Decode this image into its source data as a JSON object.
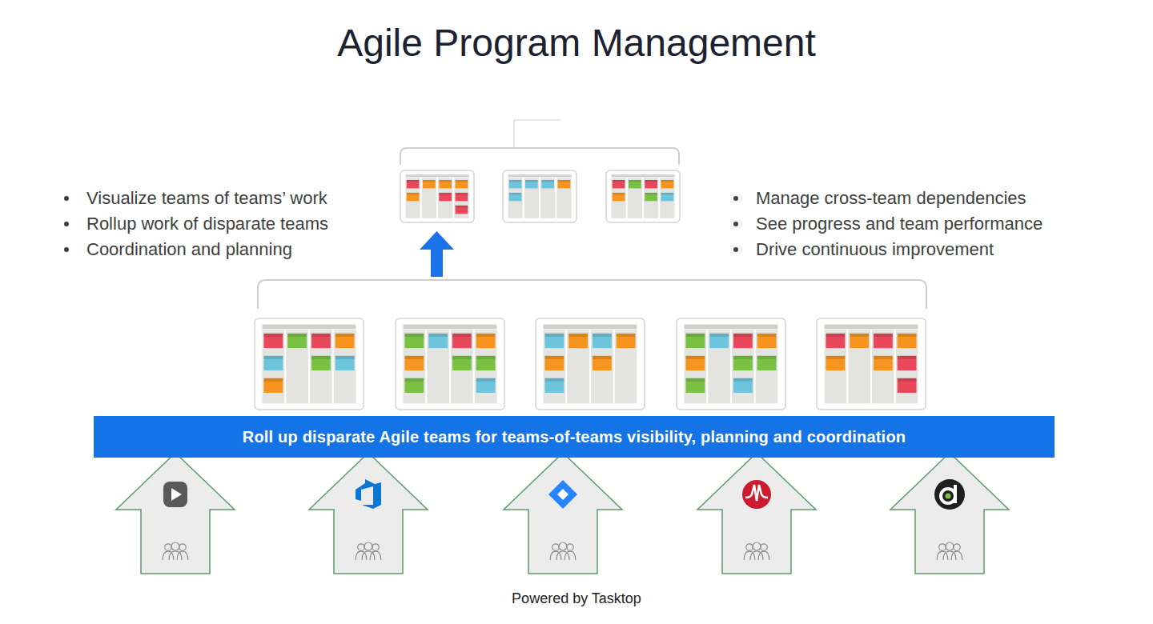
{
  "diagram": {
    "title": "Agile Program Management",
    "caption": "Powered by Tasktop",
    "nodes": [
      {
        "text": [
          "Roll up disparate Agile teams for teams-of-teams visibility, planning and coordination"
        ]
      }
    ],
    "labels": [
      "Visualize teams of teams’ work",
      "Rollup work of disparate teams",
      "Coordination and planning",
      "Manage cross-team dependencies",
      "See progress and team performance",
      "Drive continuous improvement"
    ]
  }
}
